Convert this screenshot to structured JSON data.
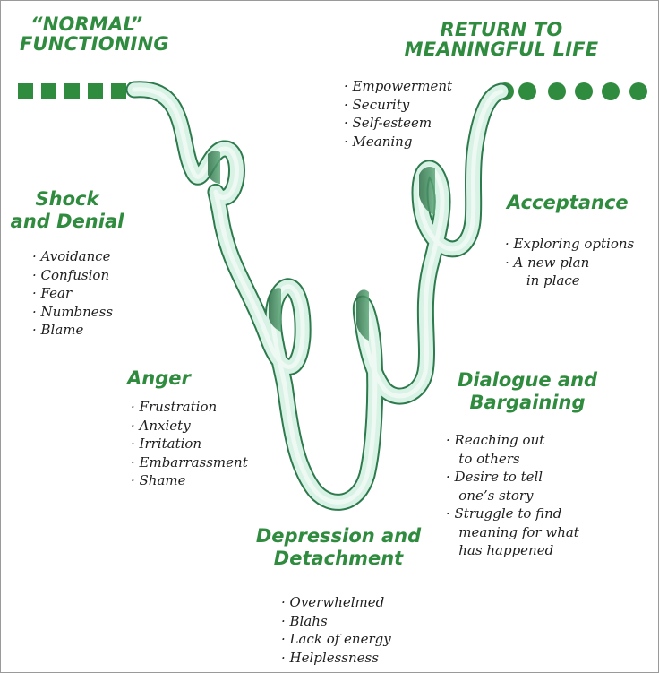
{
  "title_left": [
    "“NORMAL”",
    "FUNCTIONING"
  ],
  "title_right": [
    "RETURN TO",
    "MEANINGFUL LIFE"
  ],
  "colors": {
    "green": "#2f8b3e",
    "ribbon_fill": "#d9f2e6",
    "ribbon_edge": "#2d7a4c",
    "ribbon_shade": "#3c8b5f"
  },
  "markers": {
    "left_squares": 5,
    "right_circles": 6
  },
  "stages": {
    "shock": {
      "title": [
        "Shock",
        "and Denial"
      ],
      "items": [
        "· Avoidance",
        "· Confusion",
        "· Fear",
        "· Numbness",
        "· Blame"
      ]
    },
    "anger": {
      "title": [
        "Anger"
      ],
      "items": [
        "· Frustration",
        "· Anxiety",
        "· Irritation",
        "· Embarrassment",
        "· Shame"
      ]
    },
    "depression": {
      "title": [
        "Depression and",
        "Detachment"
      ],
      "items": [
        "· Overwhelmed",
        "· Blahs",
        "· Lack of energy",
        "· Helplessness"
      ]
    },
    "dialogue": {
      "title": [
        "Dialogue and",
        "Bargaining"
      ],
      "items": [
        "· Reaching out",
        "   to others",
        "· Desire to tell",
        "   one’s story",
        "· Struggle to find",
        "   meaning for what",
        "   has happened"
      ]
    },
    "acceptance": {
      "title": [
        "Acceptance"
      ],
      "items": [
        "· Exploring options",
        "· A new plan",
        "     in place"
      ]
    },
    "return": {
      "items": [
        "· Empowerment",
        "· Security",
        "· Self-esteem",
        "· Meaning"
      ]
    }
  }
}
